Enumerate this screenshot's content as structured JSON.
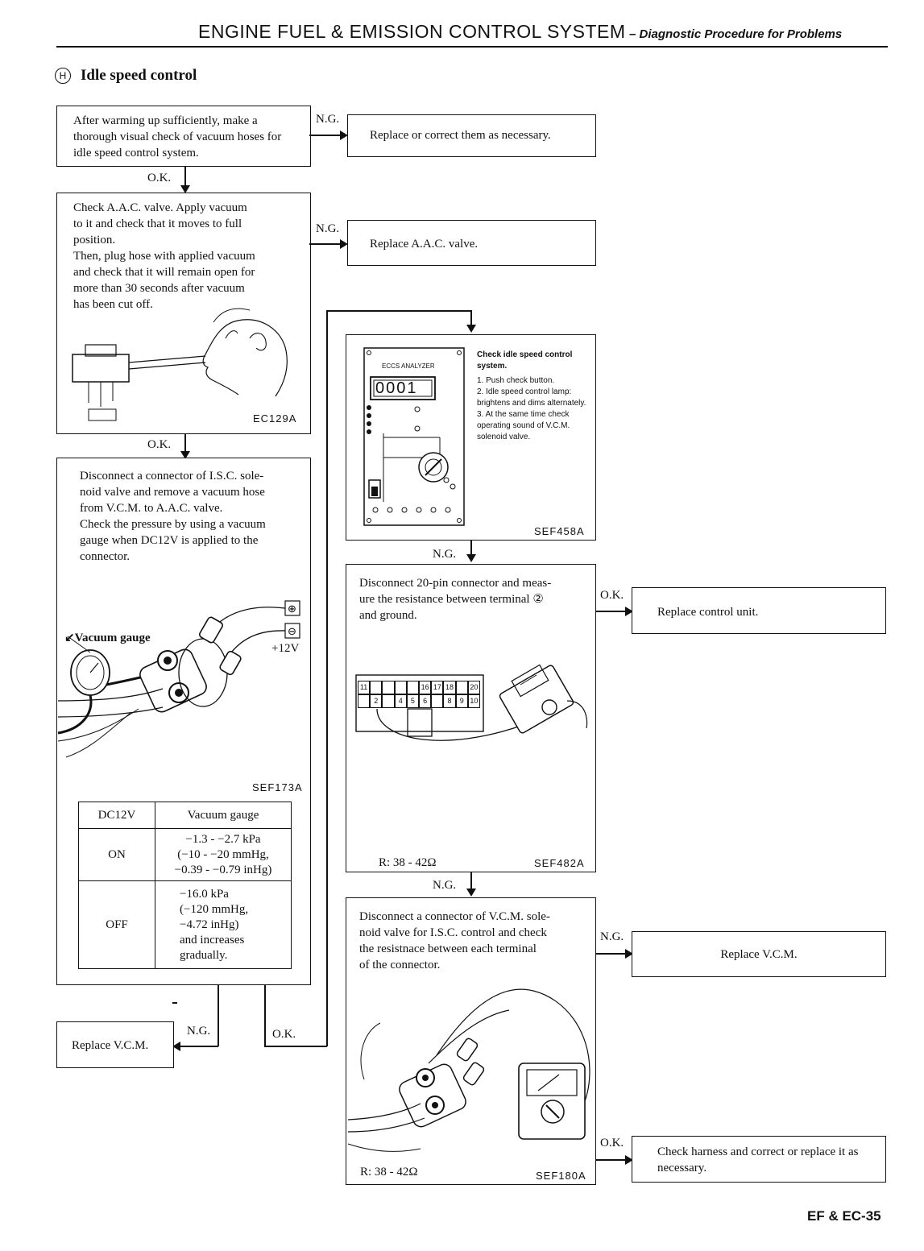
{
  "header": {
    "title": "ENGINE FUEL & EMISSION CONTROL SYSTEM",
    "subtitle": "– Diagnostic Procedure for Problems"
  },
  "section": {
    "marker": "H",
    "title": "Idle speed control"
  },
  "steps": {
    "step1": "After warming up sufficiently, make a thorough visual check of vacuum hoses for idle speed control system.",
    "step1_ng": "Replace or correct them as necessary.",
    "step2_lines": [
      "Check A.A.C. valve. Apply vacuum",
      "to it and check that it moves to full",
      "position.",
      "Then, plug hose with applied vacuum",
      "and check that it will remain open for",
      "more than 30 seconds after vacuum",
      "has been cut off."
    ],
    "step2_fig": "EC129A",
    "step2_ng": "Replace A.A.C. valve.",
    "step3_lines": [
      "Disconnect a connector of I.S.C. sole-",
      "noid valve and remove a vacuum hose",
      "from V.C.M. to A.A.C. valve.",
      "Check the pressure by using a vacuum",
      "gauge when DC12V is applied to the",
      "connector."
    ],
    "step3_fig": "SEF173A",
    "step3_vacuum_label": "Vacuum gauge",
    "step3_plus12": "+12V",
    "step3_ng": "Replace V.C.M.",
    "analyzer_title": "Check idle speed control system.",
    "analyzer_steps": [
      "1. Push check button.",
      "2. Idle speed control lamp: brightens and dims alternately.",
      "3. At the same time check operating sound of V.C.M. solenoid valve."
    ],
    "analyzer_name": "ECCS ANALYZER",
    "analyzer_display": "0001",
    "analyzer_fig": "SEF458A",
    "step4_lines": [
      "Disconnect 20-pin connector and meas-",
      "ure the resistance between terminal ② ",
      "and ground."
    ],
    "step4_r": "R:  38 - 42Ω",
    "step4_fig": "SEF482A",
    "step4_ok": "Replace  control unit.",
    "step5_lines": [
      "Disconnect a connector of V.C.M. sole-",
      "noid valve for I.S.C. control and check",
      "the resistnace between each terminal",
      "of the connector."
    ],
    "step5_r": "R:  38 - 42Ω",
    "step5_fig": "SEF180A",
    "step5_ng": "Replace V.C.M.",
    "step5_ok": "Check harness and correct or replace it as necessary."
  },
  "connector_pins": {
    "top": [
      "11",
      "",
      "",
      "",
      "",
      "16",
      "17",
      "18",
      "",
      "20"
    ],
    "bottom": [
      "",
      "2",
      "",
      "4",
      "5",
      "6",
      "",
      "8",
      "9",
      "10"
    ]
  },
  "labels": {
    "ok": "O.K.",
    "ng": "N.G."
  },
  "vacuum_table": {
    "headers": [
      "DC12V",
      "Vacuum gauge"
    ],
    "rows": [
      {
        "state": "ON",
        "value_lines": [
          "−1.3 - −2.7 kPa",
          "(−10 - −20 mmHg,",
          "−0.39 - −0.79 inHg)"
        ]
      },
      {
        "state": "OFF",
        "value_lines": [
          "−16.0 kPa",
          "(−120 mmHg,",
          "−4.72 inHg)",
          "and increases",
          "gradually."
        ]
      }
    ]
  },
  "footer": {
    "page": "EF & EC-35"
  }
}
